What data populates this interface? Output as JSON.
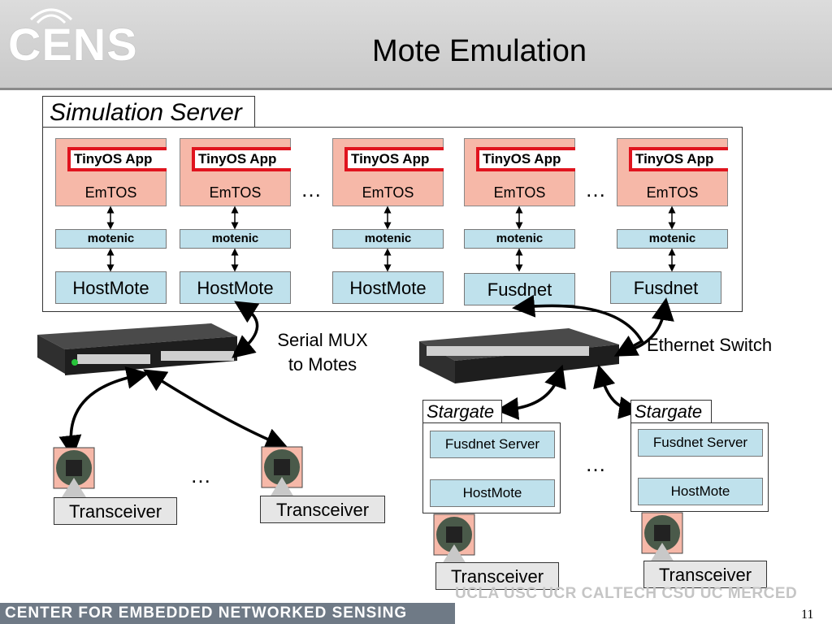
{
  "header": {
    "logo_text": "CENS",
    "title": "Mote Emulation"
  },
  "simulation_server": {
    "label": "Simulation Server",
    "nodes": [
      {
        "app": "TinyOS App",
        "emtos": "EmTOS",
        "motenic": "motenic",
        "host": "HostMote"
      },
      {
        "app": "TinyOS App",
        "emtos": "EmTOS",
        "motenic": "motenic",
        "host": "HostMote"
      },
      {
        "app": "TinyOS App",
        "emtos": "EmTOS",
        "motenic": "motenic",
        "host": "HostMote"
      },
      {
        "app": "TinyOS App",
        "emtos": "EmTOS",
        "motenic": "motenic",
        "host": "Fusdnet"
      },
      {
        "app": "TinyOS App",
        "emtos": "EmTOS",
        "motenic": "motenic",
        "host": "Fusdnet"
      }
    ],
    "ellipsis": "…"
  },
  "serial_mux": {
    "line1": "Serial MUX",
    "line2": "to Motes"
  },
  "ethernet_switch": {
    "label": "Ethernet Switch"
  },
  "transceivers": {
    "left": "Transceiver",
    "right": "Transceiver",
    "ellipsis": "…"
  },
  "stargates": [
    {
      "label": "Stargate",
      "server": "Fusdnet Server",
      "host": "HostMote",
      "transceiver": "Transceiver"
    },
    {
      "label": "Stargate",
      "server": "Fusdnet Server",
      "host": "HostMote",
      "transceiver": "Transceiver"
    }
  ],
  "stargate_ellipsis": "…",
  "footer": {
    "org": "CENTER FOR EMBEDDED NETWORKED SENSING",
    "partners": "UCLA  USC  UCR  CALTECH  CSU  UC MERCED",
    "page_number": "11"
  },
  "colors": {
    "app_fill": "#f6b8a8",
    "box_fill": "#bfe1ec",
    "accent_red": "#e0141e"
  }
}
